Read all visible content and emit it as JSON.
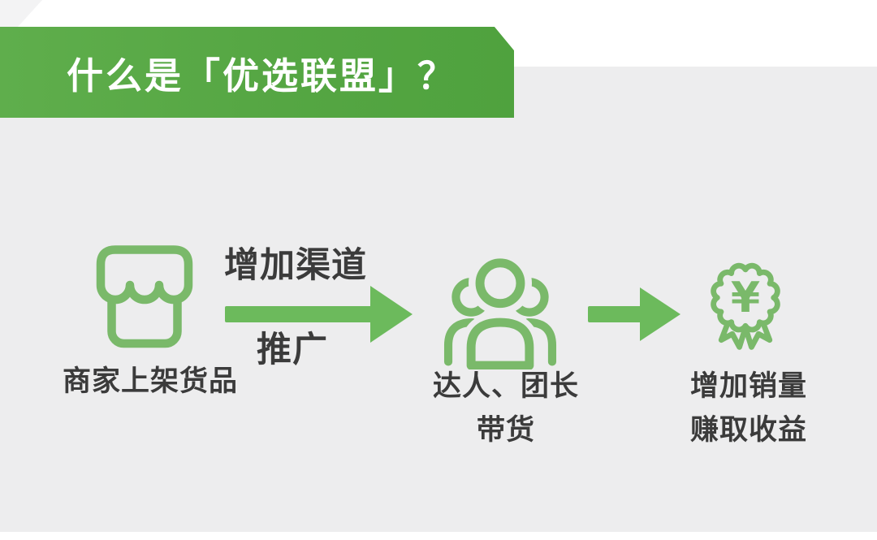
{
  "header": {
    "title": "什么是「优选联盟」？"
  },
  "diagram": {
    "step1": {
      "icon": "storefront-icon",
      "label": "商家上架货品"
    },
    "arrow1": {
      "top_label": "增加渠道",
      "bottom_label": "推广"
    },
    "step2": {
      "icon": "people-group-icon",
      "label_line1": "达人、团长",
      "label_line2": "带货"
    },
    "arrow2": {},
    "step3": {
      "icon": "medal-yen-icon",
      "yen_symbol": "¥",
      "label_line1": "增加销量",
      "label_line2": "赚取收益"
    }
  },
  "colors": {
    "banner_green": "#55a643",
    "icon_green": "#7ab96a",
    "arrow_green": "#6cba5c",
    "panel_gray": "#ededee",
    "text_dark": "#3b3b3b",
    "banner_text": "#ffffff"
  }
}
